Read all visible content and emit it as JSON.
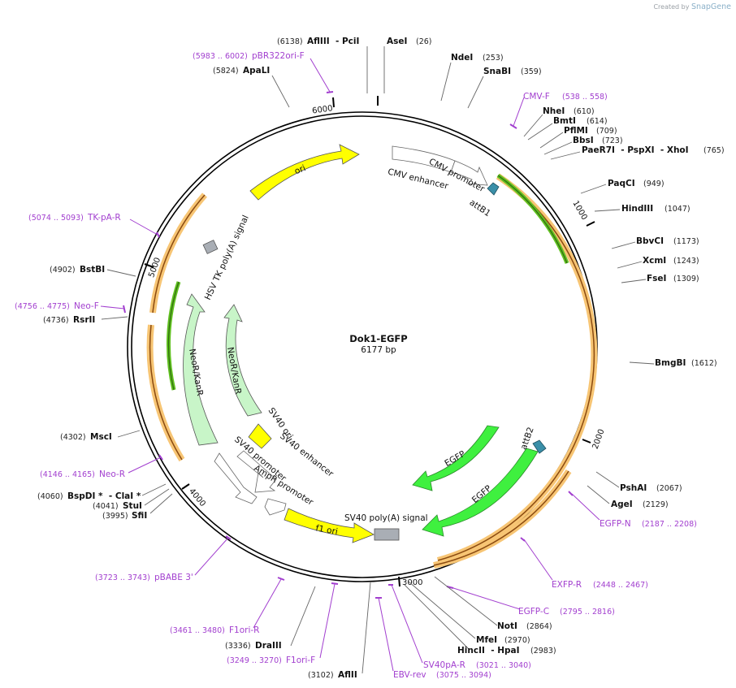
{
  "watermark": {
    "prefix": "Created by",
    "brand": "SnapGene"
  },
  "plasmid": {
    "name": "Dok1-EGFP",
    "length": 6177,
    "size_label": "6177 bp"
  },
  "ticks": [
    "1000",
    "2000",
    "3000",
    "4000",
    "5000",
    "6000"
  ],
  "colors": {
    "yellow": "#ffff00",
    "green": "#3ff03f",
    "light_green": "#c8f5c8",
    "gray": "#a9aeb5",
    "teal": "#3a8fa8",
    "primer": "#a23fcf",
    "orange_halo": "#f7c574"
  },
  "enzymes": [
    {
      "name": "AseI",
      "pos": "(26)"
    },
    {
      "name": "NdeI",
      "pos": "(253)"
    },
    {
      "name": "SnaBI",
      "pos": "(359)"
    },
    {
      "name": "NheI",
      "pos": "(610)"
    },
    {
      "name": "BmtI",
      "pos": "(614)"
    },
    {
      "name": "PflMI",
      "pos": "(709)"
    },
    {
      "name": "BbsI",
      "pos": "(723)"
    },
    {
      "name": "PaeR7I  - PspXI  - XhoI",
      "pos": "(765)"
    },
    {
      "name": "PaqCI",
      "pos": "(949)"
    },
    {
      "name": "HindIII",
      "pos": "(1047)"
    },
    {
      "name": "BbvCI",
      "pos": "(1173)"
    },
    {
      "name": "XcmI",
      "pos": "(1243)"
    },
    {
      "name": "FseI",
      "pos": "(1309)"
    },
    {
      "name": "BmgBI",
      "pos": "(1612)"
    },
    {
      "name": "PshAI",
      "pos": "(2067)"
    },
    {
      "name": "AgeI",
      "pos": "(2129)"
    },
    {
      "name": "NotI",
      "pos": "(2864)"
    },
    {
      "name": "MfeI",
      "pos": "(2970)"
    },
    {
      "name": "HincII  - HpaI",
      "pos": "(2983)"
    },
    {
      "name": "AflII",
      "pos": "(3102)"
    },
    {
      "name": "DraIII",
      "pos": "(3336)"
    },
    {
      "name": "SfiI",
      "pos": "(3995)"
    },
    {
      "name": "StuI",
      "pos": "(4041)"
    },
    {
      "name": "BspDI *  - ClaI *",
      "pos": "(4060)"
    },
    {
      "name": "MscI",
      "pos": "(4302)"
    },
    {
      "name": "RsrII",
      "pos": "(4736)"
    },
    {
      "name": "BstBI",
      "pos": "(4902)"
    },
    {
      "name": "ApaLI",
      "pos": "(5824)"
    },
    {
      "name": "AflIII  - PciI",
      "pos": "(6138)"
    }
  ],
  "primers": [
    {
      "name": "CMV-F",
      "pos": "(538 .. 558)"
    },
    {
      "name": "EGFP-N",
      "pos": "(2187 .. 2208)"
    },
    {
      "name": "EXFP-R",
      "pos": "(2448 .. 2467)"
    },
    {
      "name": "EGFP-C",
      "pos": "(2795 .. 2816)"
    },
    {
      "name": "SV40pA-R",
      "pos": "(3021 .. 3040)"
    },
    {
      "name": "EBV-rev",
      "pos": "(3075 .. 3094)"
    },
    {
      "name": "F1ori-F",
      "pos": "(3249 .. 3270)"
    },
    {
      "name": "F1ori-R",
      "pos": "(3461 .. 3480)"
    },
    {
      "name": "pBABE 3'",
      "pos": "(3723 .. 3743)"
    },
    {
      "name": "Neo-R",
      "pos": "(4146 .. 4165)"
    },
    {
      "name": "Neo-F",
      "pos": "(4756 .. 4775)"
    },
    {
      "name": "TK-pA-R",
      "pos": "(5074 .. 5093)"
    },
    {
      "name": "pBR322ori-F",
      "pos": "(5983 .. 6002)"
    }
  ],
  "features": [
    {
      "name": "ori"
    },
    {
      "name": "CMV enhancer"
    },
    {
      "name": "CMV promoter"
    },
    {
      "name": "attB1"
    },
    {
      "name": "HSV TK poly(A) signal"
    },
    {
      "name": "NeoR/KanR"
    },
    {
      "name": "NeoR/KanR"
    },
    {
      "name": "SV40 ori"
    },
    {
      "name": "SV40 enhancer"
    },
    {
      "name": "SV40 promoter"
    },
    {
      "name": "AmpR promoter"
    },
    {
      "name": "f1 ori"
    },
    {
      "name": "SV40 poly(A) signal"
    },
    {
      "name": "EGFP"
    },
    {
      "name": "EGFP"
    },
    {
      "name": "attB2"
    }
  ]
}
